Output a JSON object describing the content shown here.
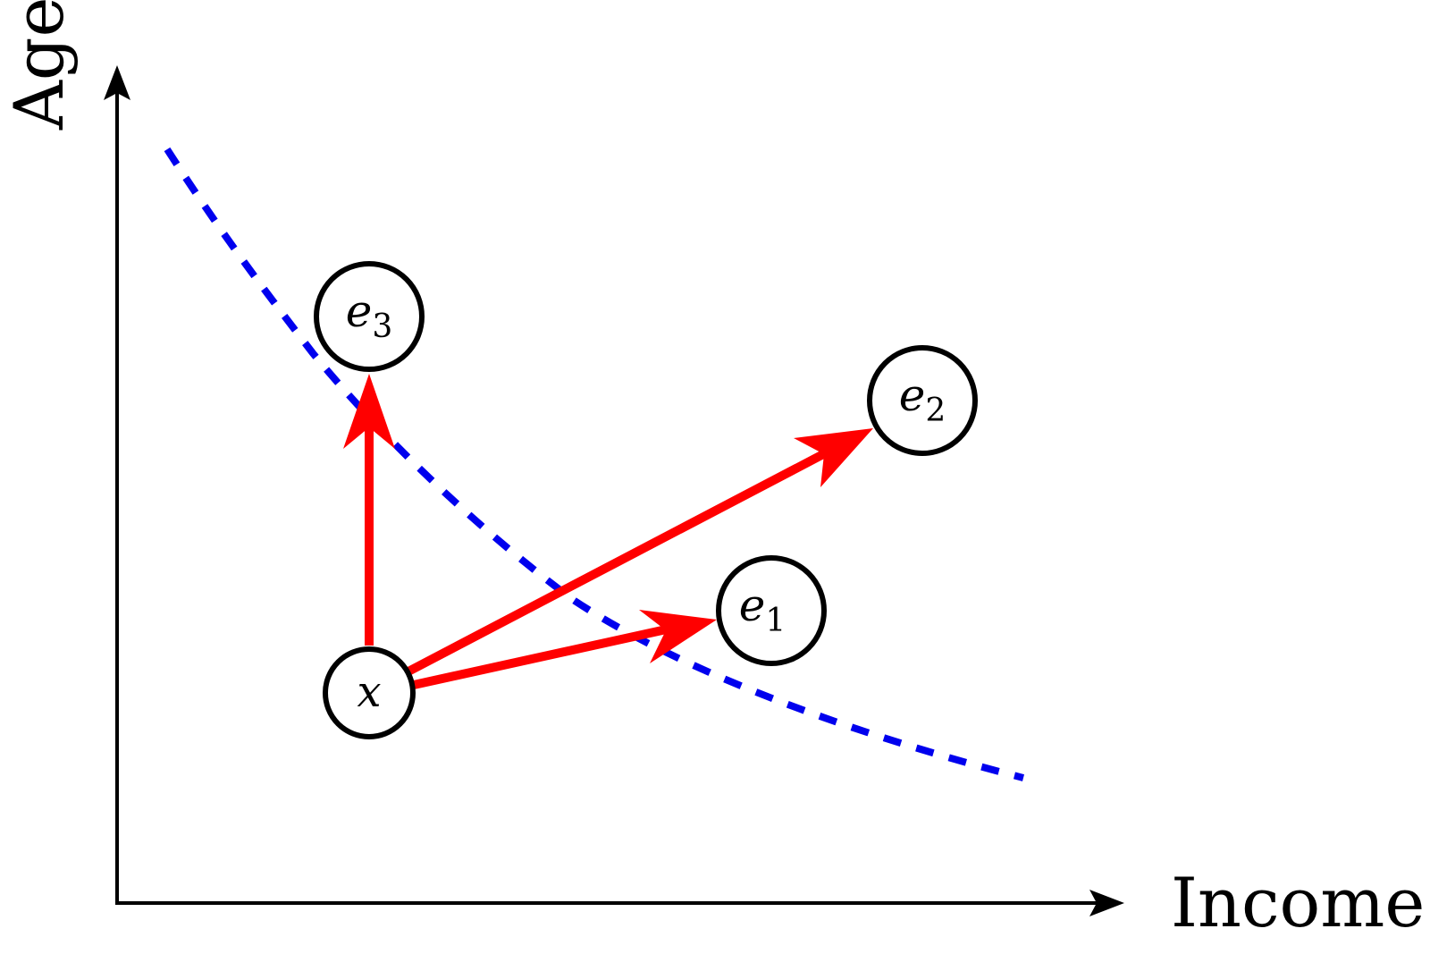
{
  "axes": {
    "x_label": "Income",
    "y_label": "Age"
  },
  "nodes": {
    "x": {
      "label": "x",
      "sub": ""
    },
    "e1": {
      "label": "e",
      "sub": "1"
    },
    "e2": {
      "label": "e",
      "sub": "2"
    },
    "e3": {
      "label": "e",
      "sub": "3"
    }
  },
  "colors": {
    "arrow": "#ff0000",
    "boundary": "#0000ee",
    "axis": "#000000"
  }
}
